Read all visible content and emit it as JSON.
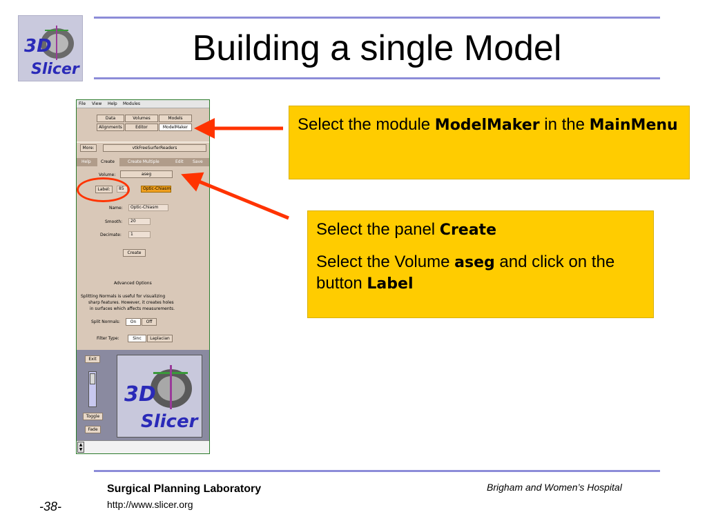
{
  "slide": {
    "title": "Building a single Model",
    "page_number": "-38-",
    "footer_lab": "Surgical Planning Laboratory",
    "footer_url": "http://www.slicer.org",
    "footer_hospital": "Brigham and Women’s Hospital"
  },
  "logo": {
    "line1": "3D",
    "line2": "Slicer"
  },
  "callout1": {
    "text1": "Select the module ",
    "bold1": "ModelMaker",
    "text2": " in the ",
    "bold2": "MainMenu"
  },
  "callout2": {
    "p1_text": "Select the panel ",
    "p1_bold": "Create",
    "p2_text1": "Select the Volume ",
    "p2_bold1": "aseg",
    "p2_text2": " and click on the button ",
    "p2_bold2": "Label"
  },
  "slicer": {
    "menubar": [
      "File",
      "View",
      "Help",
      "Modules"
    ],
    "modules": {
      "data": "Data",
      "volumes": "Volumes",
      "models": "Models",
      "alignments": "Alignments",
      "editor": "Editor",
      "modelmaker": "ModelMaker"
    },
    "more_label": "More:",
    "more_value": "vtkFreeSurferReaders",
    "tabs": [
      "Help",
      "Create",
      "Create Multiple",
      "Edit",
      "Save"
    ],
    "volume_label": "Volume:",
    "volume_value": "aseg",
    "label_button": "Label:",
    "label_value": "85",
    "label_name": "Optic-Chiasm",
    "name_label": "Name:",
    "name_value": "Optic-Chiasm",
    "smooth_label": "Smooth:",
    "smooth_value": "20",
    "decimate_label": "Decimate:",
    "decimate_value": "1",
    "create_button": "Create",
    "advanced_title": "Advanced Options",
    "help_text": [
      "Splitting Normals is useful for visualizing",
      "sharp features. However, it creates holes",
      "in surfaces which affects measurements."
    ],
    "split_label": "Split Normals:",
    "split_on": "On",
    "split_off": "Off",
    "filter_label": "Filter Type:",
    "filter_sinc": "Sinc",
    "filter_laplacian": "Laplacian",
    "exit_button": "Exit",
    "toggle_button": "Toggle",
    "fade_button": "Fade"
  },
  "colors": {
    "callout_bg": "#ffcc00",
    "arrow": "#ff3300",
    "rule": "#8c8cd8"
  }
}
